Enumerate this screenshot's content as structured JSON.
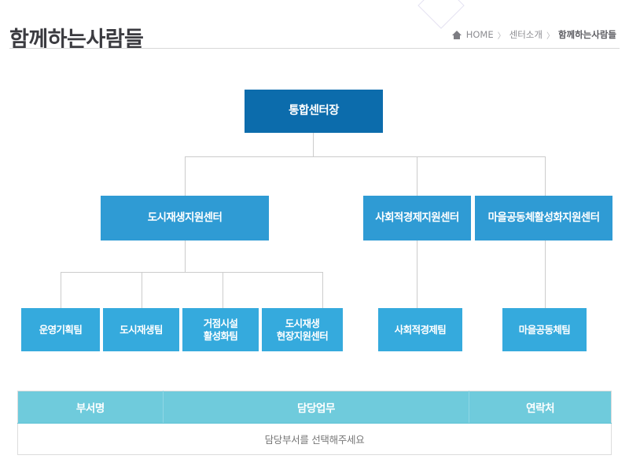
{
  "page": {
    "title": "함께하는사람들"
  },
  "breadcrumb": {
    "home_icon": "home-icon",
    "items": [
      "HOME",
      "센터소개",
      "함께하는사람들"
    ],
    "separator": "〉"
  },
  "org_chart": {
    "level1": [
      {
        "label": "통합센터장"
      }
    ],
    "level2": [
      {
        "label": "도시재생지원센터"
      },
      {
        "label": "사회적경제지원센터"
      },
      {
        "label": "마을공동체활성화지원센터"
      }
    ],
    "level3": [
      {
        "label": "운영기획팀"
      },
      {
        "label": "도시재생팀"
      },
      {
        "label": "거점시설\n활성화팀"
      },
      {
        "label": "도시재생\n현장지원센터"
      },
      {
        "label": "사회적경제팀"
      },
      {
        "label": "마을공동체팀"
      }
    ]
  },
  "table": {
    "headers": [
      "부서명",
      "담당업무",
      "연락처"
    ],
    "empty_message": "담당부서를 선택해주세요"
  },
  "colors": {
    "level1_box": "#0c6cac",
    "level2_box": "#2f9bd4",
    "level3_box": "#35aadd",
    "table_header": "#6fcbdc",
    "connector": "#cccccc",
    "title_text": "#3b3b40",
    "breadcrumb_text": "#8d8d92"
  }
}
